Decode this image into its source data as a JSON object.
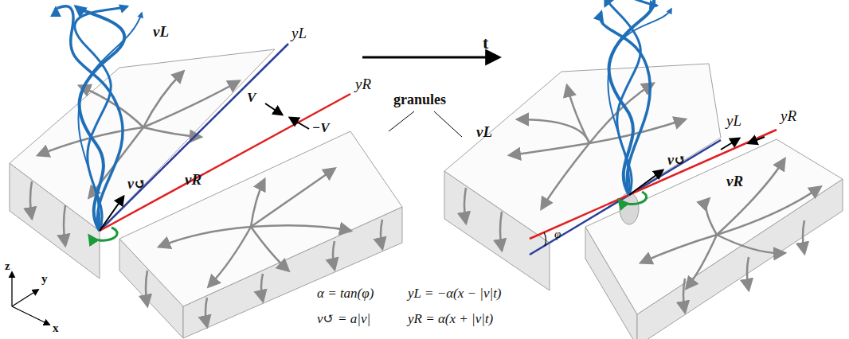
{
  "diagram": {
    "labels": [
      "t",
      "granules",
      "vL",
      "yL",
      "yR",
      "V",
      "−V",
      "v↺",
      "vR",
      "vL",
      "yL",
      "yR",
      "v↺",
      "vR",
      "φ",
      "z",
      "y",
      "x",
      "α = tan(φ)",
      "yL = −α(x − |v|t)",
      "v↺ = a|v|",
      "yR = α(x + |v|t)"
    ]
  }
}
